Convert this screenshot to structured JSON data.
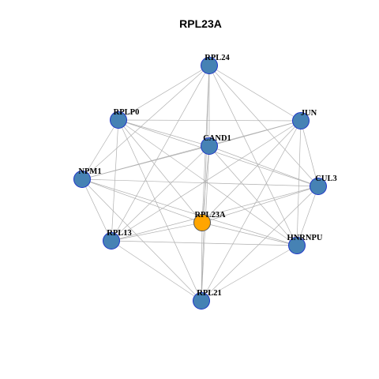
{
  "title": "RPL23A",
  "colors": {
    "node_fill": "#4682B4",
    "node_border": "#1F35C8",
    "hub_fill": "#FFA500",
    "hub_border": "#555555",
    "edge": "#B0B0B0"
  },
  "nodes": [
    {
      "id": "RPL24",
      "label": "RPL24",
      "role": "neighbor"
    },
    {
      "id": "JUN",
      "label": "JUN",
      "role": "neighbor"
    },
    {
      "id": "RPLP0",
      "label": "RPLP0",
      "role": "neighbor"
    },
    {
      "id": "CAND1",
      "label": "CAND1",
      "role": "neighbor"
    },
    {
      "id": "NPM1",
      "label": "NPM1",
      "role": "neighbor"
    },
    {
      "id": "CUL3",
      "label": "CUL3",
      "role": "neighbor"
    },
    {
      "id": "RPL23A",
      "label": "RPL23A",
      "role": "query"
    },
    {
      "id": "RPL13",
      "label": "RPL13",
      "role": "neighbor"
    },
    {
      "id": "HNRNPU",
      "label": "HNRNPU",
      "role": "neighbor"
    },
    {
      "id": "RPL21",
      "label": "RPL21",
      "role": "neighbor"
    }
  ],
  "edges": [
    [
      "RPL24",
      "RPLP0"
    ],
    [
      "RPL24",
      "JUN"
    ],
    [
      "RPL24",
      "CAND1"
    ],
    [
      "RPL24",
      "NPM1"
    ],
    [
      "RPL24",
      "CUL3"
    ],
    [
      "RPL24",
      "RPL23A"
    ],
    [
      "RPL24",
      "RPL13"
    ],
    [
      "RPL24",
      "HNRNPU"
    ],
    [
      "RPL24",
      "RPL21"
    ],
    [
      "JUN",
      "RPLP0"
    ],
    [
      "JUN",
      "CAND1"
    ],
    [
      "JUN",
      "NPM1"
    ],
    [
      "JUN",
      "CUL3"
    ],
    [
      "JUN",
      "RPL23A"
    ],
    [
      "JUN",
      "RPL13"
    ],
    [
      "JUN",
      "HNRNPU"
    ],
    [
      "JUN",
      "RPL21"
    ],
    [
      "RPLP0",
      "CAND1"
    ],
    [
      "RPLP0",
      "NPM1"
    ],
    [
      "RPLP0",
      "CUL3"
    ],
    [
      "RPLP0",
      "RPL23A"
    ],
    [
      "RPLP0",
      "RPL13"
    ],
    [
      "RPLP0",
      "HNRNPU"
    ],
    [
      "RPLP0",
      "RPL21"
    ],
    [
      "CAND1",
      "NPM1"
    ],
    [
      "CAND1",
      "CUL3"
    ],
    [
      "CAND1",
      "RPL23A"
    ],
    [
      "CAND1",
      "RPL13"
    ],
    [
      "CAND1",
      "HNRNPU"
    ],
    [
      "CAND1",
      "RPL21"
    ],
    [
      "NPM1",
      "CUL3"
    ],
    [
      "NPM1",
      "RPL23A"
    ],
    [
      "NPM1",
      "RPL13"
    ],
    [
      "NPM1",
      "HNRNPU"
    ],
    [
      "NPM1",
      "RPL21"
    ],
    [
      "CUL3",
      "RPL23A"
    ],
    [
      "CUL3",
      "RPL13"
    ],
    [
      "CUL3",
      "HNRNPU"
    ],
    [
      "CUL3",
      "RPL21"
    ],
    [
      "RPL23A",
      "RPL13"
    ],
    [
      "RPL23A",
      "HNRNPU"
    ],
    [
      "RPL23A",
      "RPL21"
    ],
    [
      "RPL13",
      "HNRNPU"
    ],
    [
      "RPL13",
      "RPL21"
    ],
    [
      "HNRNPU",
      "RPL21"
    ]
  ]
}
